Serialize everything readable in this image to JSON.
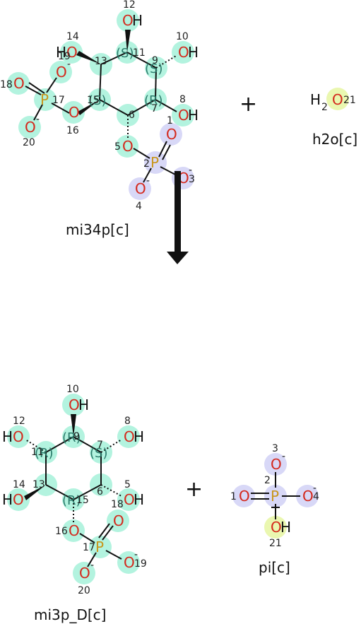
{
  "reactants": [
    {
      "name": "mi34p[c]"
    },
    {
      "name": "h2o[c]",
      "formula_h": "H",
      "formula_sub": "2",
      "formula_o": "O"
    }
  ],
  "products": [
    {
      "name": "mi3p_D[c]"
    },
    {
      "name": "pi[c]"
    }
  ],
  "plus_sign": "+",
  "atom_symbols": {
    "oxygen": "O",
    "phosphorus": "P",
    "hydrogen": "H",
    "charge": "-"
  },
  "stereo_labels": {
    "S": "(S)",
    "R": "(R)"
  },
  "colors": {
    "highlight_teal": "#b3f3df",
    "highlight_lavender": "#d8d8f7",
    "highlight_yellow": "#eaf7b0",
    "oxygen": "#d4281c",
    "phosphorus": "#c8961c"
  },
  "mi34p_indices": [
    "12",
    "14",
    "19",
    "13",
    "11",
    "10",
    "9",
    "18",
    "17",
    "15",
    "16",
    "8",
    "20",
    "5",
    "7",
    "1",
    "6",
    "2",
    "3",
    "4",
    "21"
  ],
  "mi3p_indices": [
    "10",
    "12",
    "9",
    "7",
    "8",
    "11",
    "14",
    "13",
    "15",
    "6",
    "5",
    "18",
    "16",
    "17",
    "19",
    "20"
  ],
  "pi_indices": [
    "3",
    "2",
    "1",
    "4",
    "21"
  ]
}
